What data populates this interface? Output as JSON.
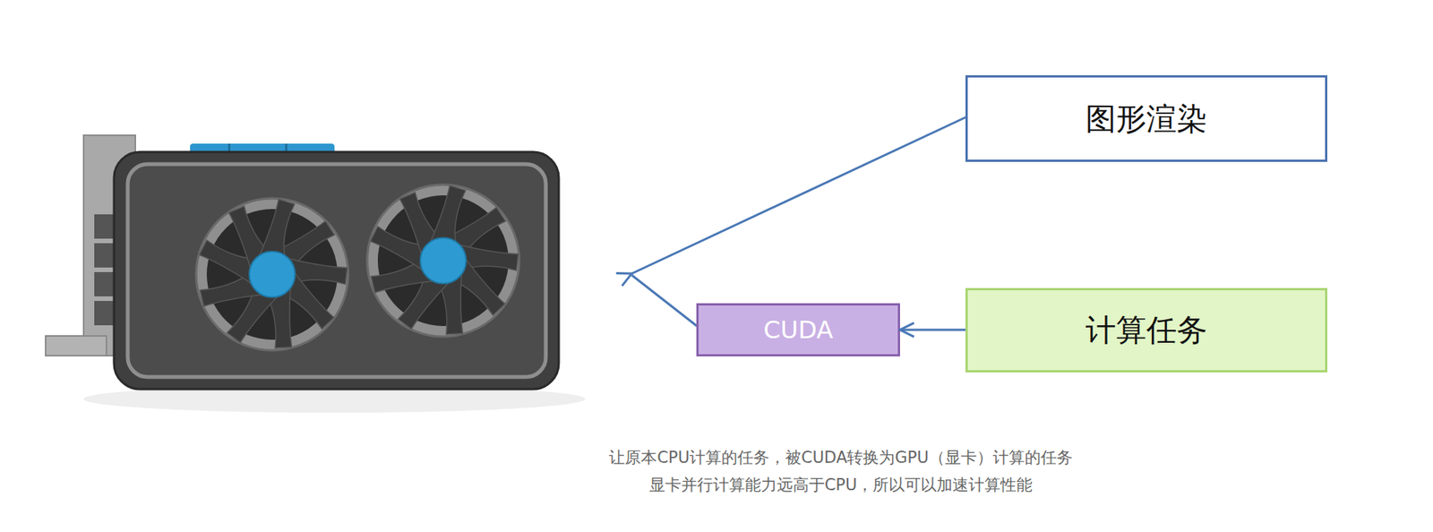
{
  "diagram": {
    "nodes": [
      {
        "text": [
          "图形渲染"
        ]
      },
      {
        "text": [
          "CUDA"
        ]
      },
      {
        "text": [
          "计算任务"
        ]
      }
    ],
    "edges": [
      {
        "from": 2,
        "to": 1,
        "arrow": "to"
      }
    ],
    "labels": [
      "让原本CPU计算的任务，被CUDA转换为GPU（显卡）计算的任务",
      "显卡并行计算能力远高于CPU，所以可以加速计算性能"
    ]
  }
}
